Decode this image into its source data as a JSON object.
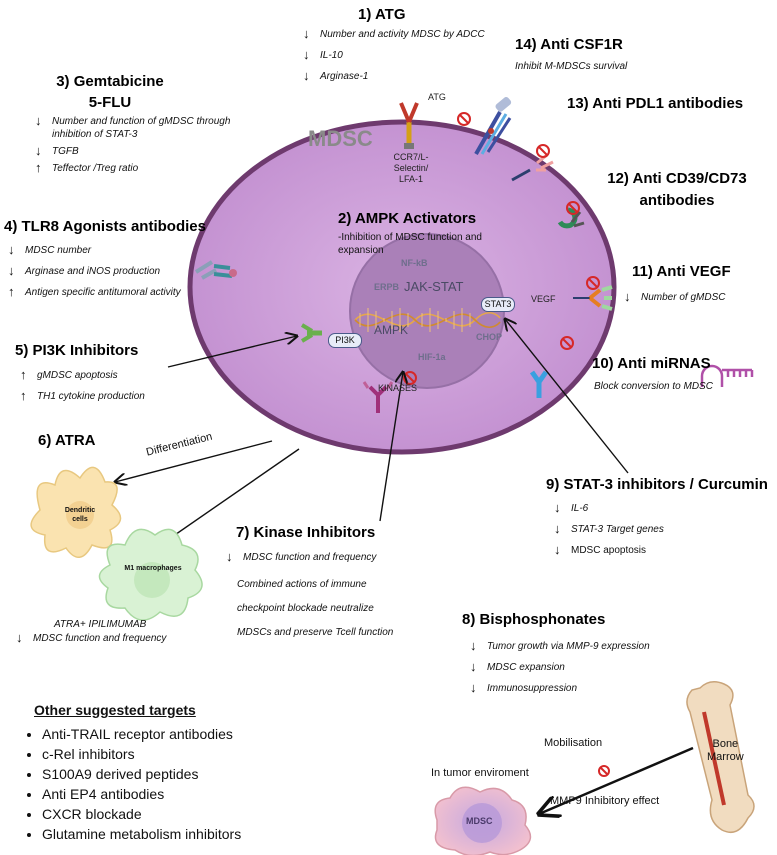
{
  "mdsc_label": "MDSC",
  "cell": {
    "ccr7": [
      "CCR7/L-",
      "Selectin/",
      "LFA-1"
    ],
    "atg_label": "ATG",
    "pi3k": "PI3K",
    "stat3": "STAT3",
    "vegf": "VEGF",
    "kinases": "KINASES",
    "nucleus": {
      "nfkb": "NF-kB",
      "erpb": "ERPB",
      "jakstat": "JAK-STAT",
      "ampk": "AMPK",
      "chop": "CHOP",
      "hif": "HIF-1a"
    }
  },
  "therapies": {
    "atg": {
      "title": "1) ATG",
      "items": [
        "Number and activity MDSC by ADCC",
        "IL-10",
        "Arginase-1"
      ]
    },
    "ampk": {
      "title": "2) AMPK Activators",
      "desc": "-Inhibition of MDSC function and expansion"
    },
    "gem": {
      "title1": "3) Gemtabicine",
      "title2": "5-FLU",
      "items": [
        "Number and function of gMDSC through inhibition of  STAT-3",
        "TGFB",
        "Teffector /Treg ratio"
      ]
    },
    "tlr8": {
      "title": "4) TLR8 Agonists antibodies",
      "items": [
        "MDSC number",
        "Arginase and iNOS production",
        "Antigen specific antitumoral activity"
      ]
    },
    "pi3k": {
      "title": "5) PI3K Inhibitors",
      "items": [
        "gMDSC apoptosis",
        "TH1 cytokine production"
      ]
    },
    "atra": {
      "title": "6) ATRA",
      "differentiation": "Differentiation",
      "dendritic": [
        "Dendritic",
        "cells"
      ],
      "macro": "M1 macrophages",
      "combo": "ATRA+ IPILIMUMAB",
      "combo_item": "MDSC function and frequency"
    },
    "kinase": {
      "title": "7) Kinase Inhibitors",
      "items": [
        "MDSC function and frequency"
      ],
      "text": [
        "Combined actions of immune",
        "checkpoint blockade neutralize",
        "MDSCs and preserve Tcell function"
      ]
    },
    "bisph": {
      "title": "8) Bisphosphonates",
      "items": [
        "Tumor growth via MMP-9 expression",
        "MDSC expansion",
        "Immunosuppression"
      ]
    },
    "stat3": {
      "title": "9) STAT-3 inhibitors / Curcumin",
      "items": [
        "IL-6",
        "STAT-3 Target genes",
        "MDSC apoptosis"
      ]
    },
    "mirna": {
      "title": "10) Anti miRNAS",
      "desc": "Block conversion to MDSC"
    },
    "vegf": {
      "title": "11) Anti VEGF",
      "item": "Number of gMDSC"
    },
    "cd39": {
      "title1": "12) Anti CD39/CD73",
      "title2": "antibodies"
    },
    "pdl1": {
      "title": "13) Anti PDL1 antibodies"
    },
    "csf1r": {
      "title": "14) Anti CSF1R",
      "desc": "Inhibit M-MDSCs survival"
    }
  },
  "bone": {
    "mobilisation": "Mobilisation",
    "bone_marrow": [
      "Bone",
      "Marrow"
    ],
    "tumor_env": "In tumor enviroment",
    "mmp9": "MMP9 Inhibitory effect",
    "mdsc": "MDSC"
  },
  "other": {
    "title": "Other suggested  targets",
    "items": [
      "Anti-TRAIL receptor antibodies",
      "c-Rel inhibitors",
      "S100A9 derived peptides",
      "Anti EP4 antibodies",
      "CXCR blockade",
      "Glutamine metabolism inhibitors"
    ]
  },
  "colors": {
    "cell_fill": "#cc9ed8",
    "cell_edge": "#6e3a6e",
    "nucleus": "#a97fb6",
    "dna": "#e0a04a",
    "inhibit": "#d62828"
  }
}
